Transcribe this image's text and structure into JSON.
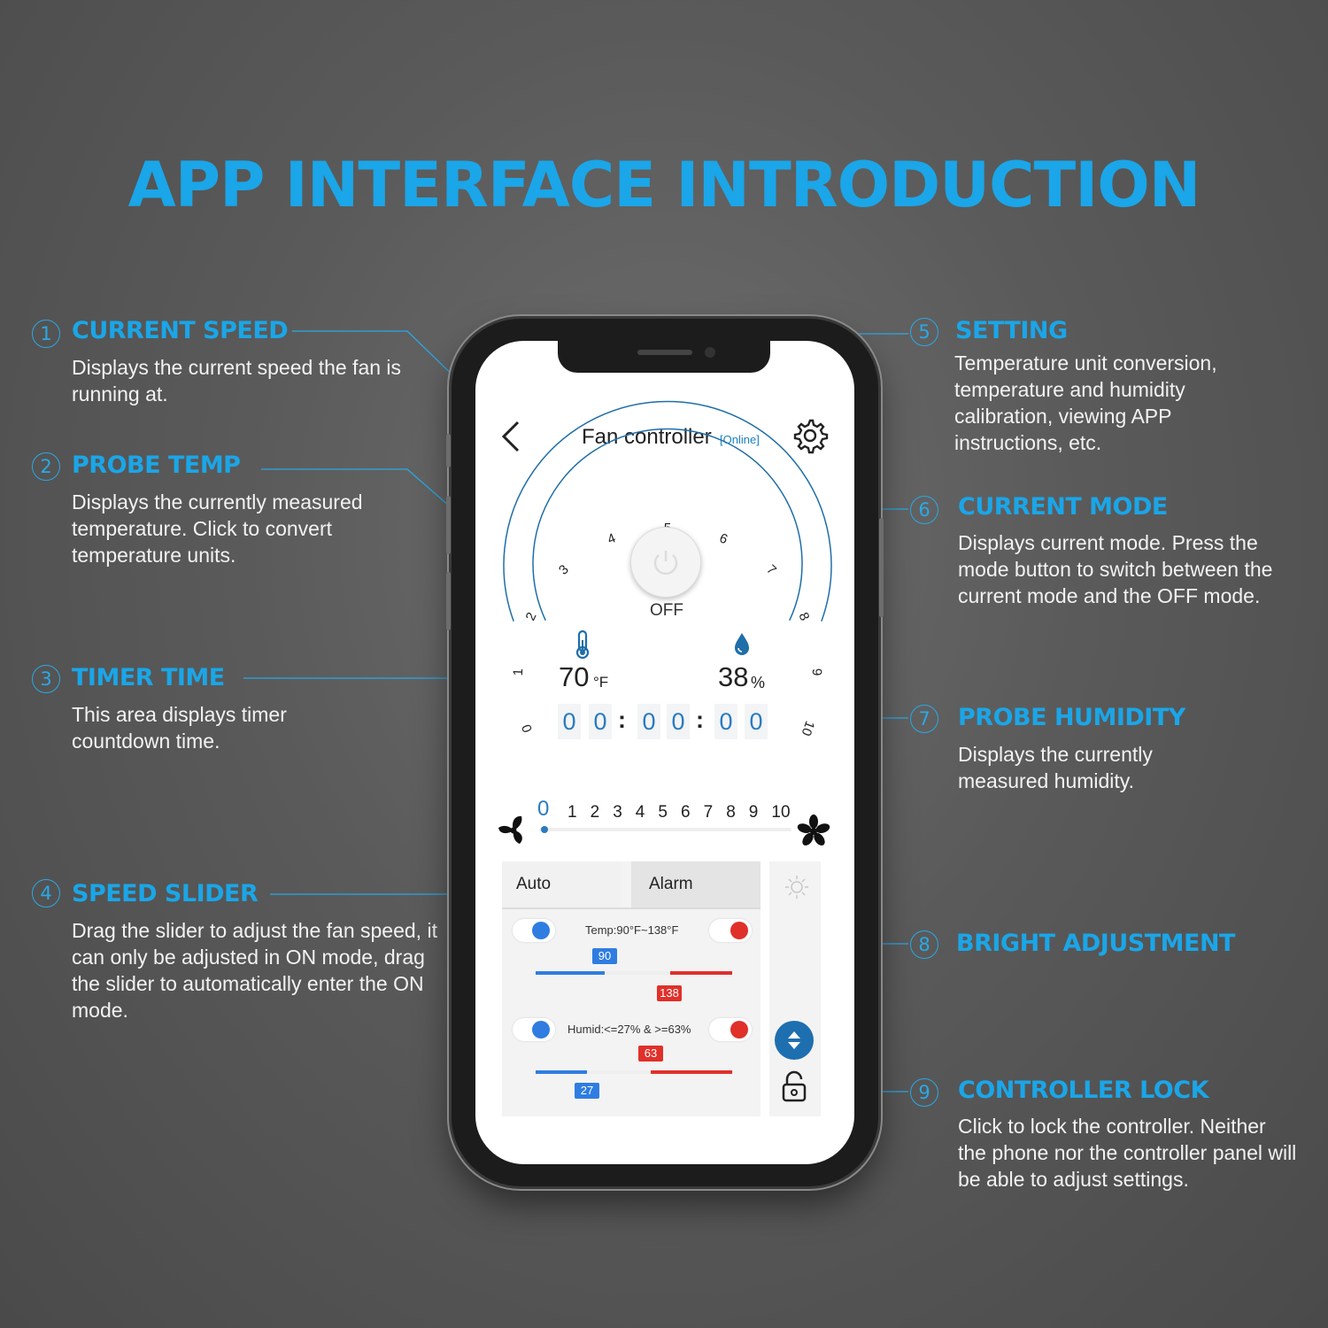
{
  "title": "APP INTERFACE INTRODUCTION",
  "callouts": [
    {
      "num": "1",
      "head": "CURRENT SPEED",
      "desc": "Displays the current speed the fan is running at."
    },
    {
      "num": "2",
      "head": "PROBE TEMP",
      "desc": "Displays the currently measured temperature. Click to convert temperature units."
    },
    {
      "num": "3",
      "head": "TIMER TIME",
      "desc": "This area displays timer countdown time."
    },
    {
      "num": "4",
      "head": "SPEED SLIDER",
      "desc": "Drag the slider to adjust the fan speed, it can only be adjusted in ON mode, drag the slider to automatically enter the ON mode."
    },
    {
      "num": "5",
      "head": "SETTING",
      "desc": "Temperature unit conversion, temperature and humidity calibration, viewing APP instructions, etc."
    },
    {
      "num": "6",
      "head": "CURRENT MODE",
      "desc": "Displays current mode. Press the mode button to switch between the current mode and the OFF mode."
    },
    {
      "num": "7",
      "head": "PROBE HUMIDITY",
      "desc": "Displays the currently measured humidity."
    },
    {
      "num": "8",
      "head": "BRIGHT ADJUSTMENT",
      "desc": ""
    },
    {
      "num": "9",
      "head": "CONTROLLER LOCK",
      "desc": "Click to lock the controller. Neither the phone nor the controller panel will be able to adjust settings."
    }
  ],
  "app": {
    "title": "Fan controller",
    "status": "[Online]",
    "dial_numbers": [
      "0",
      "1",
      "2",
      "3",
      "4",
      "5",
      "6",
      "7",
      "8",
      "9",
      "10"
    ],
    "mode": "OFF",
    "temperature": "70",
    "temperature_unit": "°F",
    "humidity": "38",
    "humidity_unit": "%",
    "timer_digits": [
      "0",
      "0",
      "0",
      "0",
      "0",
      "0"
    ],
    "timer_separator": ":",
    "speed_current": "0",
    "speed_levels": [
      "1",
      "2",
      "3",
      "4",
      "5",
      "6",
      "7",
      "8",
      "9",
      "10"
    ],
    "speed_fraction": 0,
    "tabs": {
      "auto": "Auto",
      "alarm": "Alarm"
    },
    "temp_rule": {
      "text": "Temp:90°F~138°F",
      "low": "90",
      "high": "138"
    },
    "humid_rule": {
      "text": "Humid:<=27% & >=63%",
      "low": "27",
      "high": "63"
    }
  },
  "colors": {
    "accent": "#1aa6e8",
    "app_blue": "#2a7bc0",
    "alarm_red": "#e0302a",
    "toggle_blue": "#2f7de1"
  },
  "icons": [
    "back-chevron-icon",
    "gear-icon",
    "power-icon",
    "thermometer-icon",
    "water-drop-icon",
    "fan-small-icon",
    "fan-large-icon",
    "sun-icon",
    "up-down-icon",
    "lock-icon"
  ]
}
